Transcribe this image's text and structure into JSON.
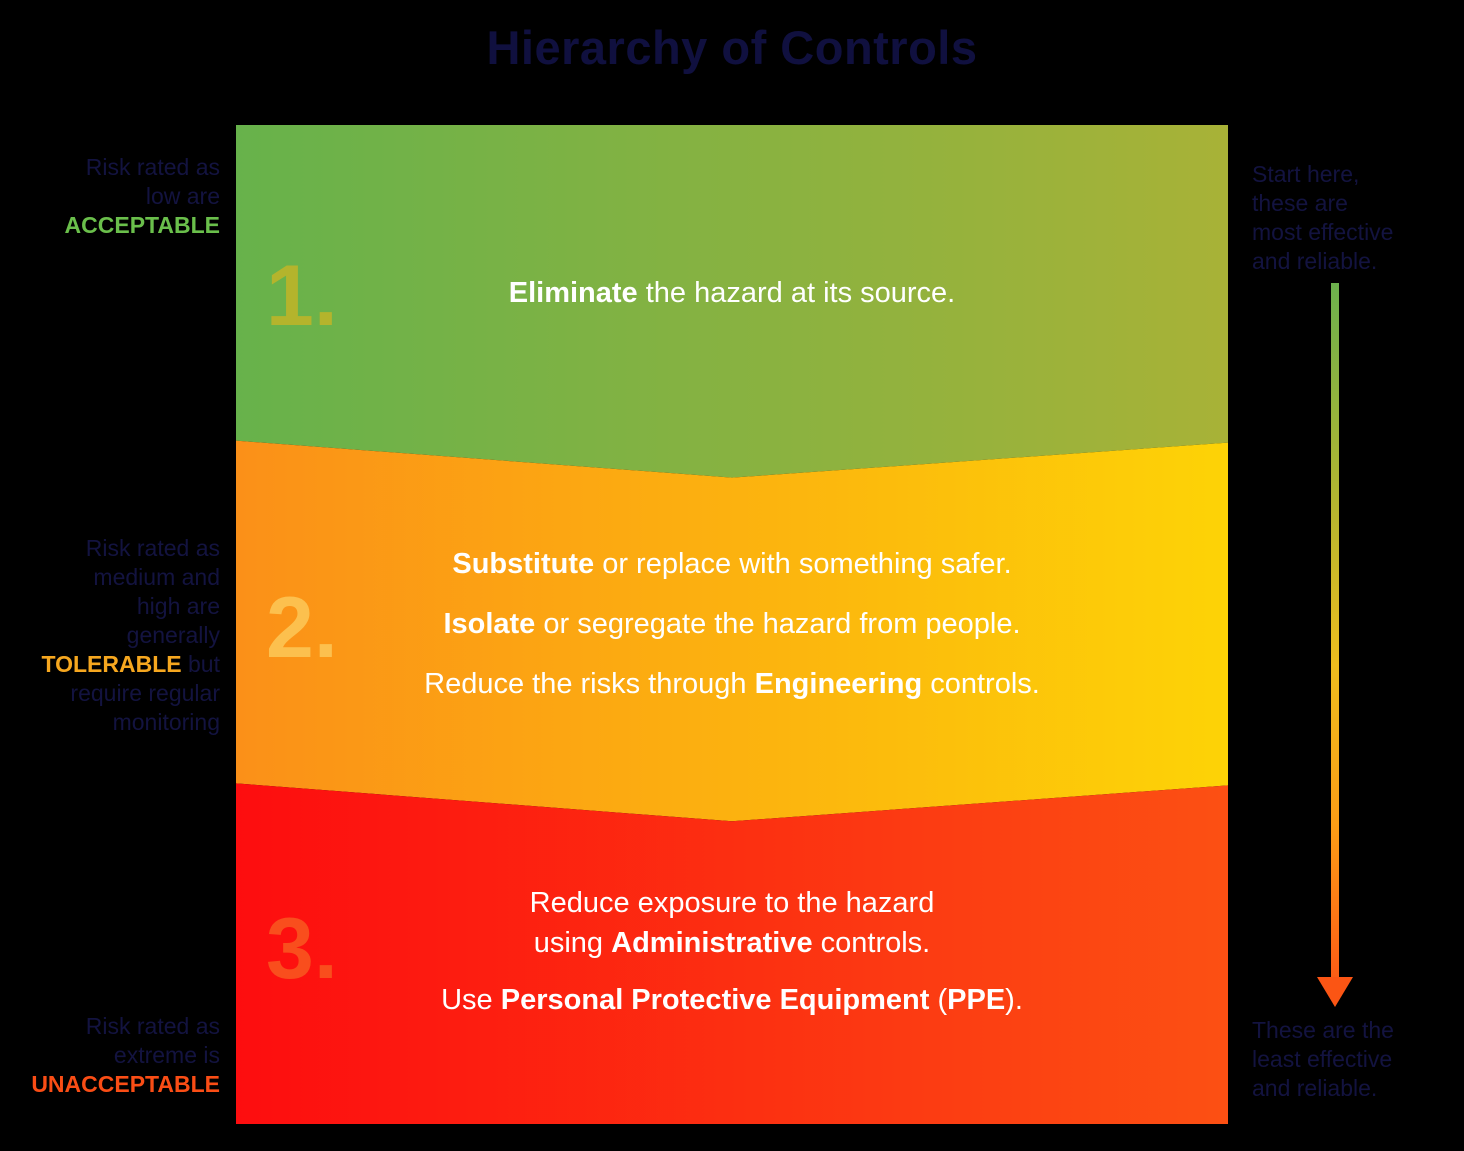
{
  "title": "Hierarchy of Controls",
  "left_annotations": {
    "acceptable": {
      "lines": [
        "Risk rated as",
        "low are"
      ],
      "keyword": "ACCEPTABLE",
      "keyword_color": "#6abf4b"
    },
    "tolerable": {
      "lines_before": [
        "Risk rated as",
        "medium and",
        "high are",
        "generally"
      ],
      "keyword": "TOLERABLE",
      "keyword_suffix": " but",
      "lines_after": [
        "require regular",
        "monitoring"
      ],
      "keyword_color": "#f6a71f"
    },
    "unacceptable": {
      "lines": [
        "Risk rated as",
        "extreme is"
      ],
      "keyword": "UNACCEPTABLE",
      "keyword_color": "#fa4d15"
    }
  },
  "right_annotations": {
    "top": {
      "lines": [
        "Start here,",
        "these are",
        "most effective",
        "and reliable."
      ]
    },
    "bottom": {
      "lines": [
        "These are the",
        "least effective",
        "and reliable."
      ]
    }
  },
  "bands": [
    {
      "number": "1.",
      "number_color": "#b4b42c",
      "gradient": [
        "#67b24b",
        "#a8b237"
      ],
      "line1_bold": "Eliminate",
      "line1_rest": " the hazard at its source."
    },
    {
      "number": "2.",
      "number_color": "#fcc04e",
      "gradient": [
        "#fb9018",
        "#fdd306"
      ],
      "line1_bold": "Substitute",
      "line1_rest": " or replace with something safer.",
      "line2_bold": "Isolate",
      "line2_rest": " or segregate the hazard from people.",
      "line3_pre": "Reduce the risks through ",
      "line3_bold": "Engineering",
      "line3_post": " controls."
    },
    {
      "number": "3.",
      "number_color": "#f94e1d",
      "gradient": [
        "#fd0d0f",
        "#fc5013"
      ],
      "line1": "Reduce exposure to the hazard",
      "line2_pre": "using ",
      "line2_bold": "Administrative",
      "line2_post": " controls.",
      "line3_pre": "Use ",
      "line3_bold": "Personal Protective Equipment",
      "line3_paren_open": " (",
      "line3_ppe": "PPE",
      "line3_paren_close": ")."
    }
  ],
  "arrow": {
    "direction": "down",
    "colors": [
      "#6cb14d",
      "#b7b62f",
      "#eebd1e",
      "#fb9d16",
      "#fb5c15"
    ]
  }
}
